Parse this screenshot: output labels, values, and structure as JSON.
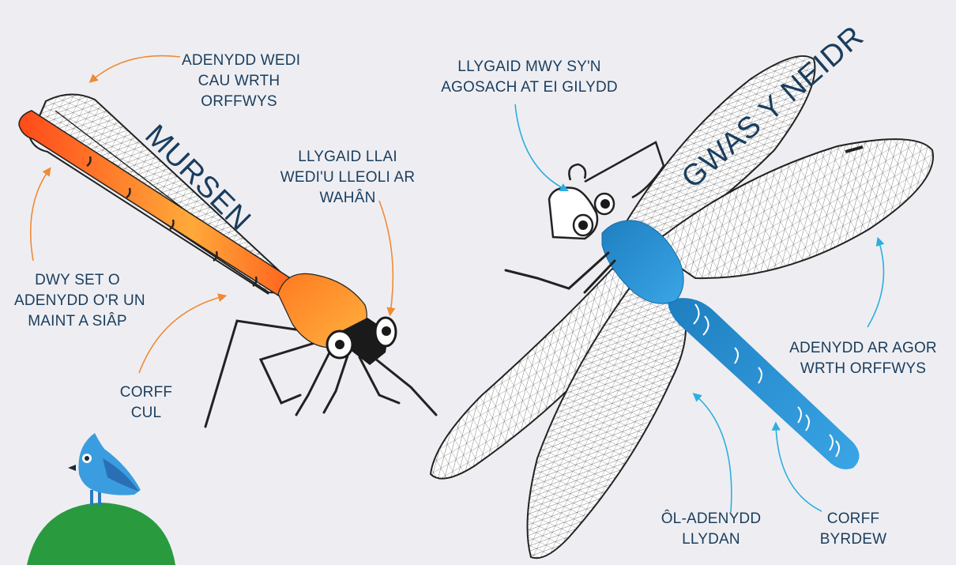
{
  "titles": {
    "damselfly": "MURSEN",
    "dragonfly": "GWAS Y NEIDR"
  },
  "labels": {
    "wings_closed": [
      "ADENYDD WEDI",
      "CAU WRTH",
      "ORFFWYS"
    ],
    "eyes_small": [
      "LLYGAID LLAI",
      "WEDI'U LLEOLI AR",
      "WAHÂN"
    ],
    "two_wing_sets": [
      "DWY SET O",
      "ADENYDD O'R UN",
      "MAINT A SIÂP"
    ],
    "body_narrow": [
      "CORFF",
      "CUL"
    ],
    "eyes_big": [
      "LLYGAID MWY SY'N",
      "AGOSACH AT EI GILYDD"
    ],
    "wings_open": [
      "ADENYDD AR AGOR",
      "WRTH ORFFWYS"
    ],
    "hindwings_wide": [
      "ÔL-ADENYDD",
      "LLYDAN"
    ],
    "body_thick": [
      "CORFF",
      "BYRDEW"
    ]
  },
  "colors": {
    "text": "#1a3d5d",
    "damselfly_arrow": "#f08a34",
    "dragonfly_arrow": "#2eaee0",
    "damselfly_body_start": "#ff9a1f",
    "damselfly_body_end": "#ff4a1a",
    "dragonfly_body": "#2a8fd0",
    "hill": "#2a9a3e",
    "bird": "#3a9de0"
  },
  "icons": [
    "damselfly-illustration",
    "dragonfly-illustration",
    "bird-mascot-icon",
    "hill-icon"
  ]
}
